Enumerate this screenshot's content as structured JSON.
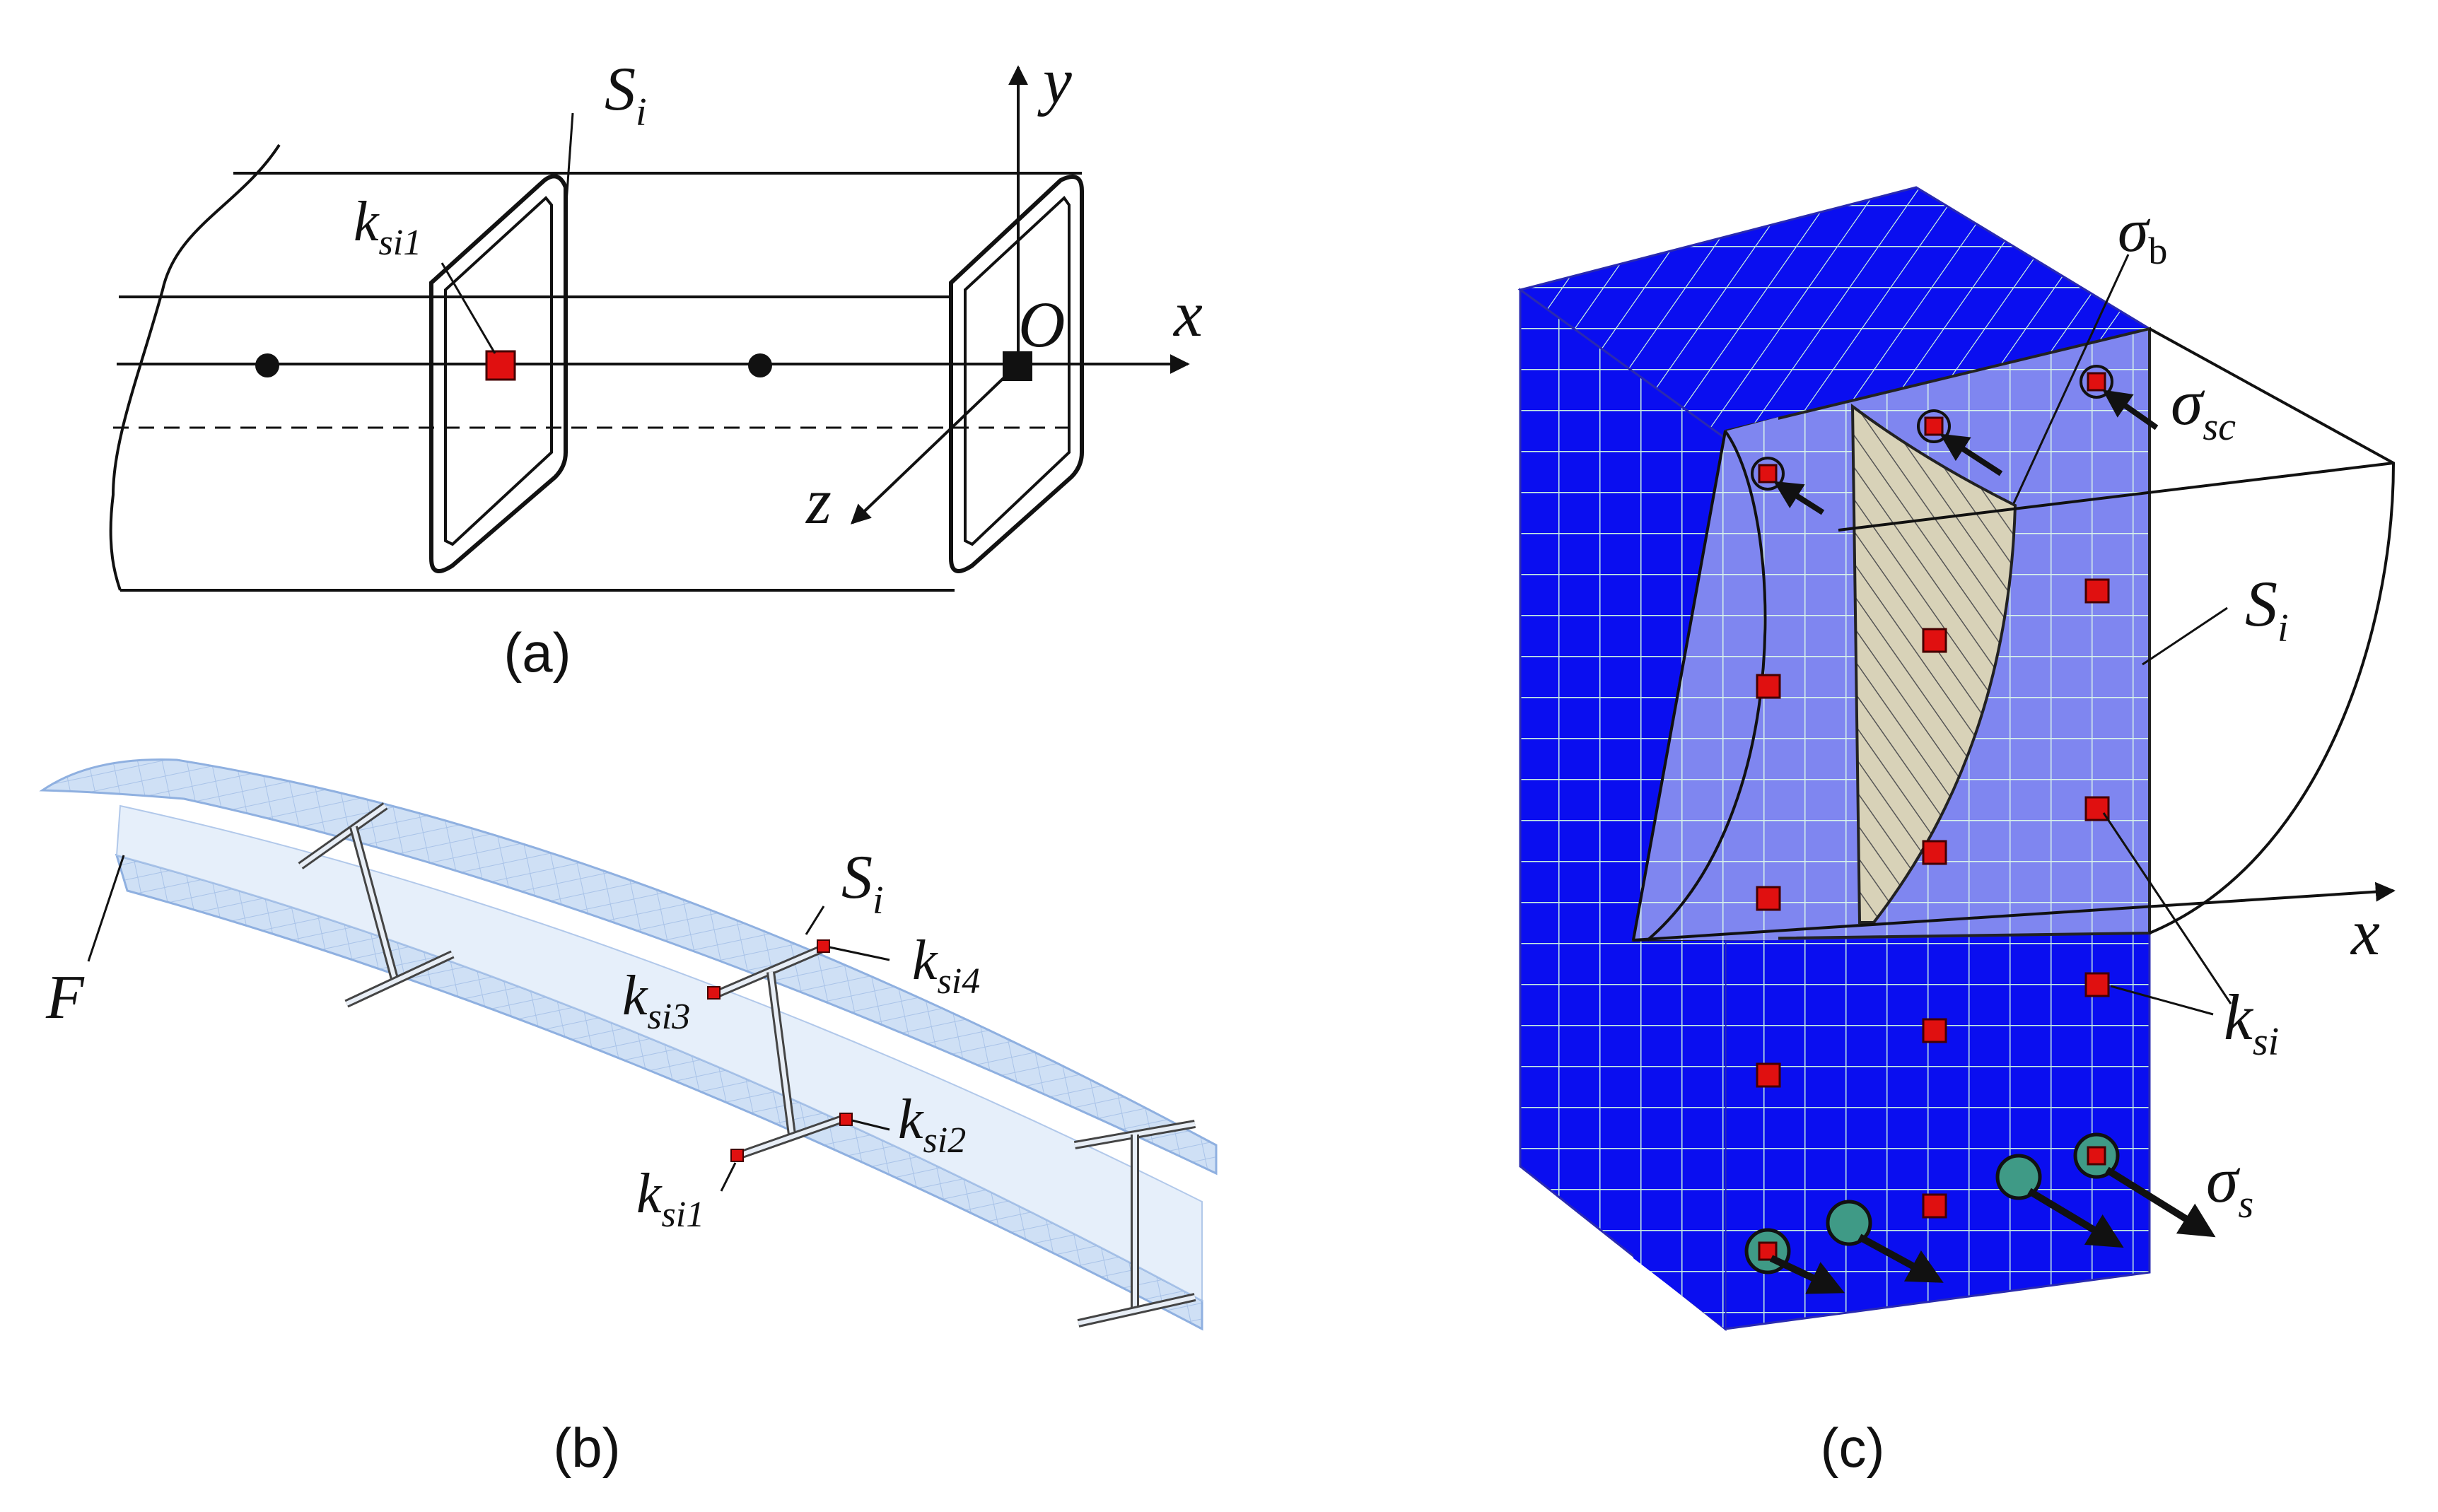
{
  "panels": {
    "a": {
      "caption": "(a)",
      "labels": {
        "section": "S",
        "section_sub": "i",
        "k": "k",
        "k_sub": "si1",
        "origin": "O",
        "x": "x",
        "y": "y",
        "z": "z"
      }
    },
    "b": {
      "caption": "(b)",
      "labels": {
        "F": "F",
        "section": "S",
        "section_sub": "i",
        "k": "k",
        "k1_sub": "si1",
        "k2_sub": "si2",
        "k3_sub": "si3",
        "k4_sub": "si4"
      }
    },
    "c": {
      "caption": "(c)",
      "labels": {
        "sigma_b": "σ",
        "sigma_b_sub": "b",
        "sigma_sc": "σ",
        "sigma_sc_sub": "sc",
        "section": "S",
        "section_sub": "i",
        "x": "x",
        "k": "k",
        "k_sub": "si",
        "sigma_s": "σ",
        "sigma_s_sub": "s"
      }
    }
  },
  "colors": {
    "mesh_blue": "#0a0ef0",
    "mesh_face": "#7f86f0",
    "mesh_grid": "#c8f0e0",
    "beam_light": "#cfe0f5",
    "node_red": "#e01010",
    "rebar_green": "#3f9a86",
    "hatched_stress": "#d8d2b8"
  }
}
